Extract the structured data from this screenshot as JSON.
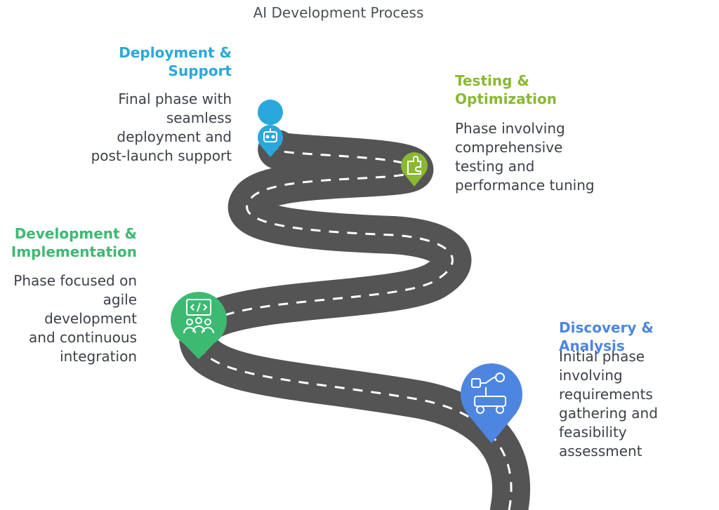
{
  "title": "AI Development Process",
  "colors": {
    "road": "#545454",
    "road_dash": "#ffffff",
    "deployment": "#2aa8dc",
    "testing": "#8ab831",
    "development": "#3dba72",
    "discovery": "#4d86e0",
    "text": "#3c4149"
  },
  "stages": [
    {
      "heading": "Deployment &\nSupport",
      "description": "Final phase with\nseamless\ndeployment and\npost-launch support",
      "icon": "robot-icon"
    },
    {
      "heading": "Testing &\nOptimization",
      "description": "Phase involving\ncomprehensive\ntesting and\nperformance tuning",
      "icon": "puzzle-icon"
    },
    {
      "heading": "Development &\nImplementation",
      "description": "Phase focused on\nagile development\nand continuous\nintegration",
      "icon": "team-code-icon"
    },
    {
      "heading": "Discovery & Analysis",
      "description": "Initial phase\ninvolving\nrequirements\ngathering and\nfeasibility\nassessment",
      "icon": "robot-arm-icon"
    }
  ]
}
